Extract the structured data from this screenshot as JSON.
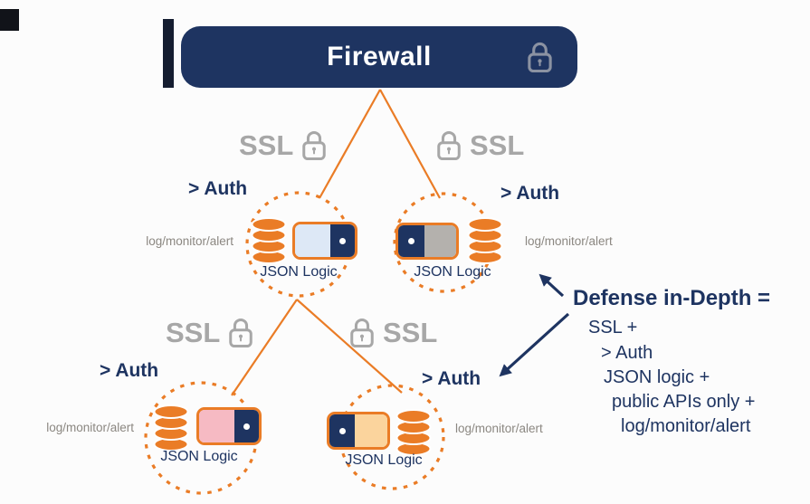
{
  "colors": {
    "navy": "#1e3461",
    "orange": "#ea7c26",
    "ssl_grey": "#a7a7a7",
    "log_grey": "#8b8781",
    "node_fill_light_blue": "#dde8f6",
    "node_fill_grey": "#b4b1ad",
    "node_fill_pink": "#f6bac3",
    "node_fill_light_orange": "#fbd49d"
  },
  "icons": {
    "lock": "padlock-outline",
    "database": "stacked-cylinder-db",
    "arrow": "navy-pointer-arrow"
  },
  "firewall": {
    "label": "Firewall"
  },
  "nodes": [
    {
      "id": "top-left",
      "ssl": "SSL",
      "auth": "> Auth",
      "log": "log/monitor/alert",
      "json": "JSON Logic",
      "box_fill": "#dde8f6"
    },
    {
      "id": "top-right",
      "ssl": "SSL",
      "auth": "> Auth",
      "log": "log/monitor/alert",
      "json": "JSON Logic",
      "box_fill": "#b4b1ad"
    },
    {
      "id": "bottom-left",
      "ssl": "SSL",
      "auth": "> Auth",
      "log": "log/monitor/alert",
      "json": "JSON Logic",
      "box_fill": "#f6bac3"
    },
    {
      "id": "bottom-right",
      "ssl": "SSL",
      "auth": "> Auth",
      "log": "log/monitor/alert",
      "json": "JSON Logic",
      "box_fill": "#fbd49d"
    }
  ],
  "defense": {
    "title": "Defense in-Depth =",
    "lines": [
      "SSL +",
      "> Auth",
      "JSON logic +",
      "public APIs only +",
      "log/monitor/alert"
    ]
  }
}
